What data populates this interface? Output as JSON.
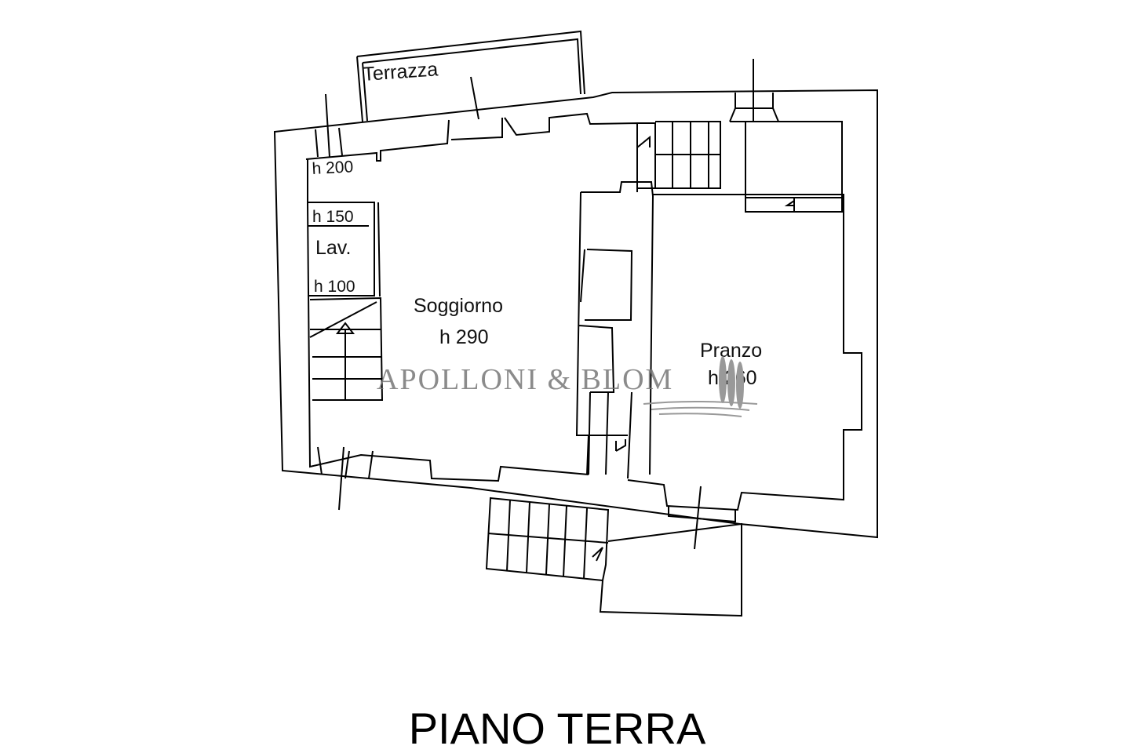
{
  "plan": {
    "rooms": {
      "terrace": "Terrazza",
      "living": "Soggiorno",
      "living_height": "h 290",
      "laundry": "Lav.",
      "dining": "Pranzo",
      "dining_height": "h 260"
    },
    "heights": [
      "h 200",
      "h 150",
      "h 100"
    ]
  },
  "watermark": "APOLLONI & BLOM",
  "title": "PIANO TERRA"
}
